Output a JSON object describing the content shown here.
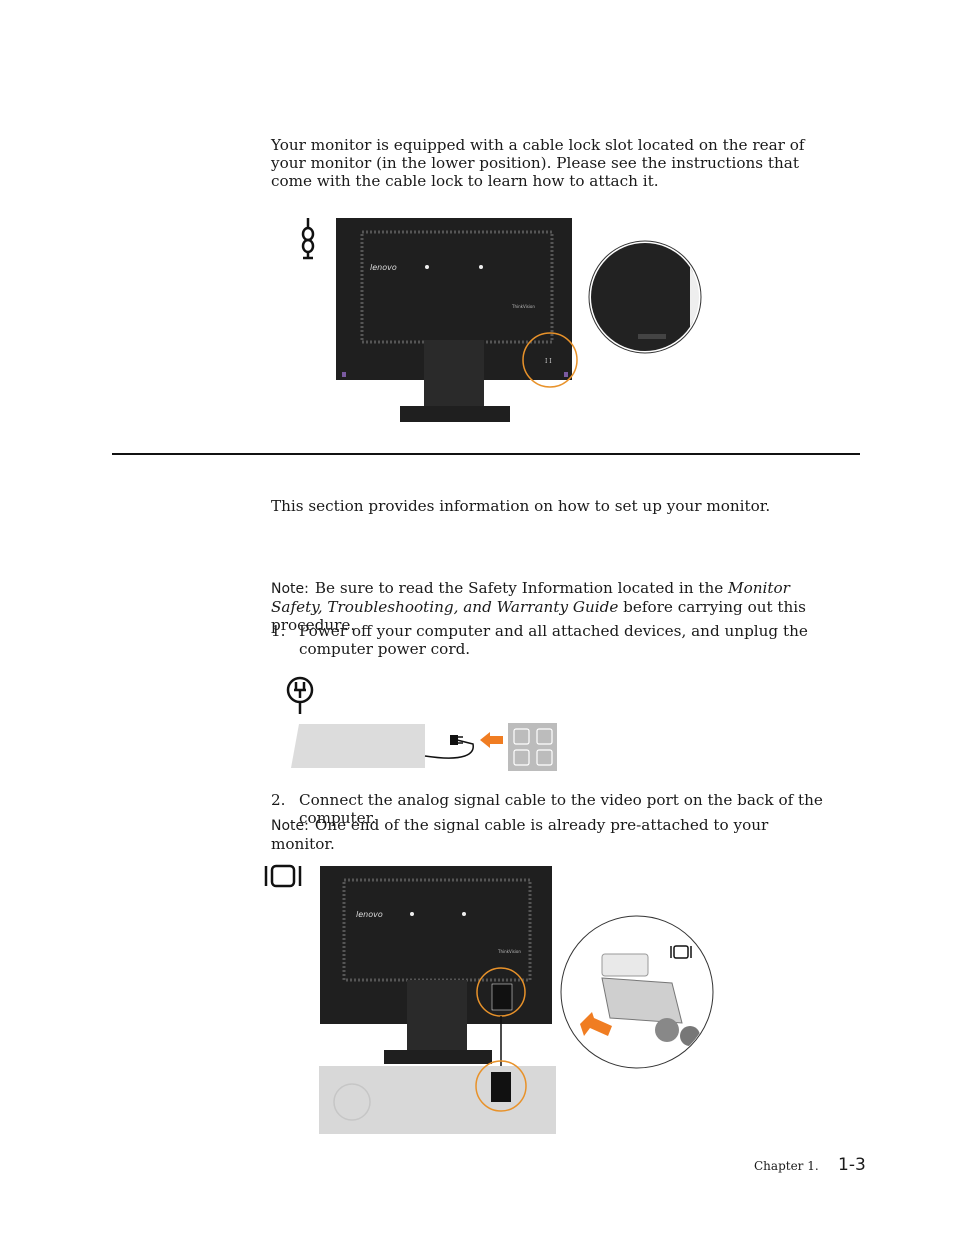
{
  "lock_section": {
    "paragraph": "Your monitor is equipped with a cable lock slot located on the rear of your monitor (in the lower position). Please see the instructions that come with the cable lock to learn how to attach it."
  },
  "setup_section": {
    "intro": "This section provides information on how to set up your monitor.",
    "note_label": "Note:",
    "note_text_1": "Be sure to read the Safety Information located in the ",
    "note_italic": "Monitor Safety, Troubleshooting, and Warranty Guide",
    "note_text_2": " before carrying out this procedure.",
    "steps": [
      {
        "number": "1.",
        "text": "Power off your computer and all attached devices, and unplug the computer power cord."
      },
      {
        "number": "2.",
        "text": "Connect the analog signal cable to the video port on the back of the computer."
      }
    ],
    "note2_label": "Note:",
    "note2_text": "One end of the signal cable is already pre-attached to your monitor."
  },
  "monitor": {
    "brand": "lenovo",
    "series": "ThinkVision"
  },
  "icons": [
    "cable-lock-icon",
    "power-plug-icon",
    "vga-port-icon",
    "arrow-icon"
  ],
  "colors": {
    "highlight": "#e8922a",
    "arrow": "#f07d22",
    "monitor": "#1f1f1f",
    "outlet": "#bcbcbc"
  },
  "footer": {
    "chapter": "Chapter 1.",
    "page": "1-3"
  }
}
